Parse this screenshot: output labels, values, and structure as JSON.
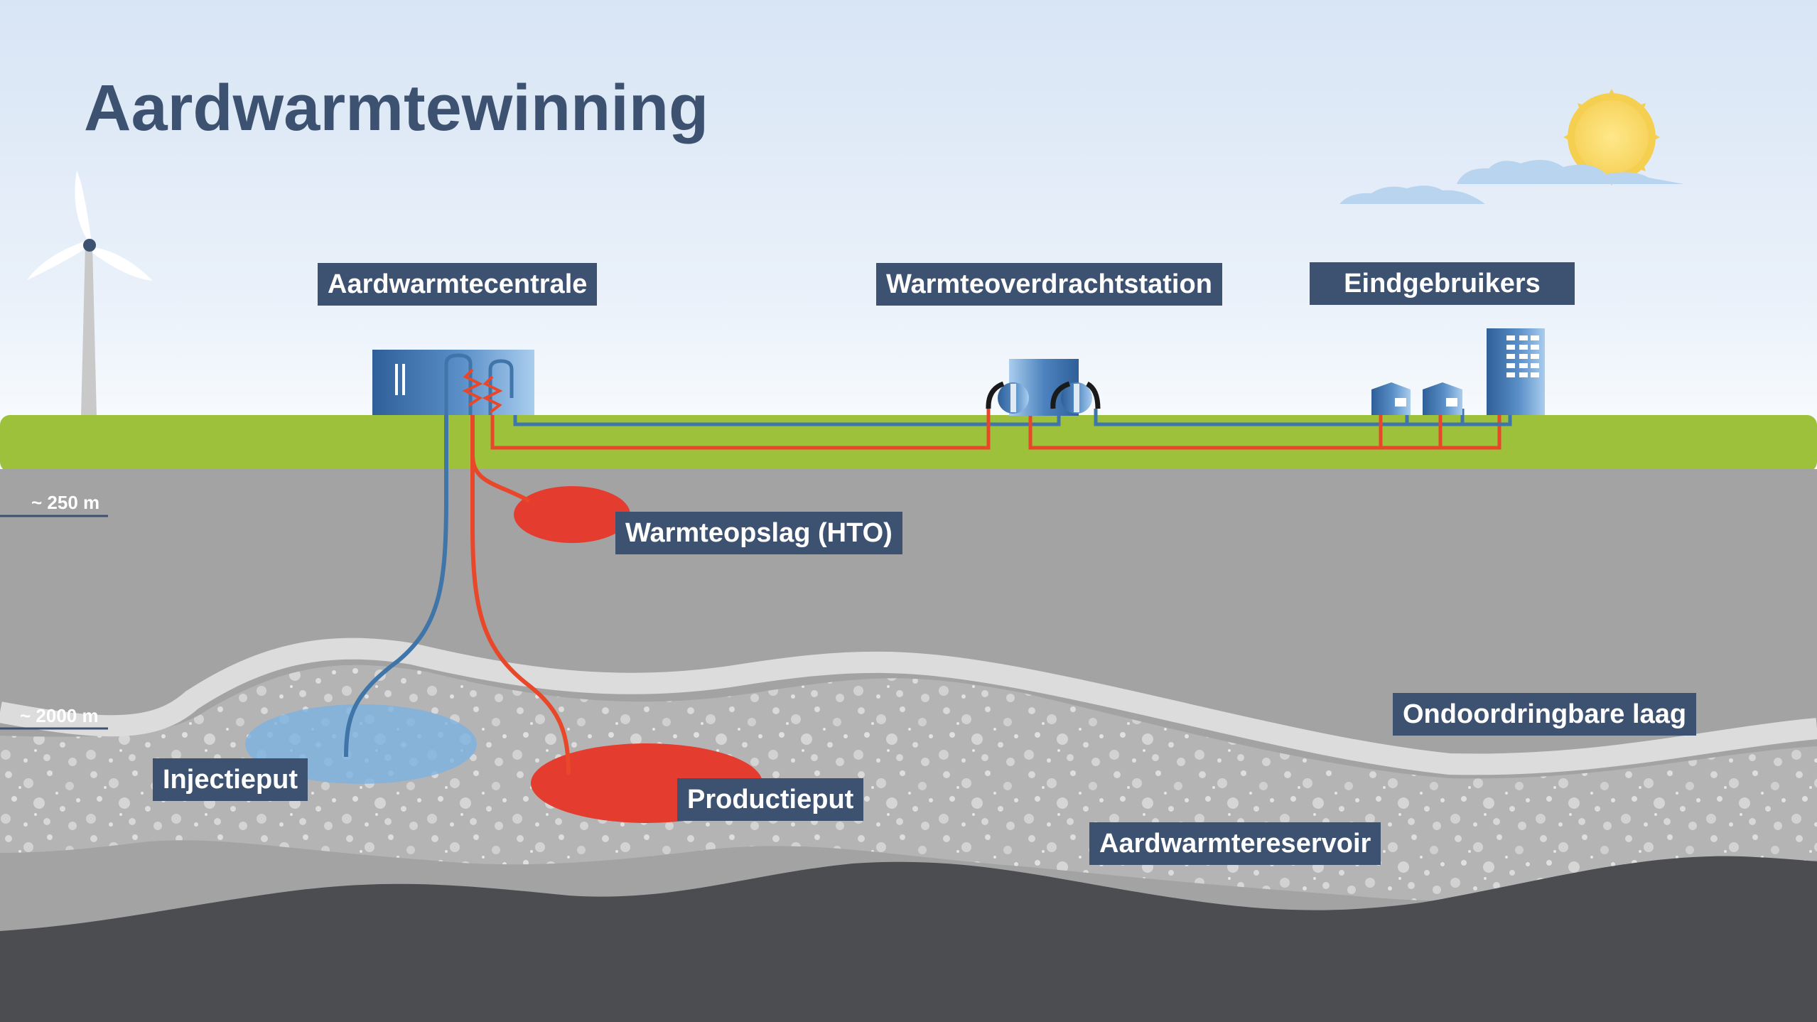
{
  "title": "Aardwarmtewinning",
  "labels": {
    "plant": "Aardwarmtecentrale",
    "transfer_station": "Warmteoverdrachtstation",
    "end_users": "Eindgebruikers",
    "storage": "Warmteopslag (HTO)",
    "impermeable_layer": "Ondoordringbare laag",
    "injection_well": "Injectieput",
    "production_well": "Productieput",
    "reservoir": "Aardwarmtereservoir"
  },
  "depths": {
    "shallow": "~ 250 m",
    "deep": "~ 2000 m"
  },
  "colors": {
    "label_background": "#3d5170",
    "hot_water": "#e8472a",
    "cold_water": "#3f75a8",
    "grass": "#9dc13a",
    "ground": "#a3a3a3",
    "bedrock": "#4c4d50"
  },
  "icons": [
    "wind-turbine-icon",
    "sun-icon",
    "cloud-icon",
    "building-icon",
    "house-icon"
  ]
}
